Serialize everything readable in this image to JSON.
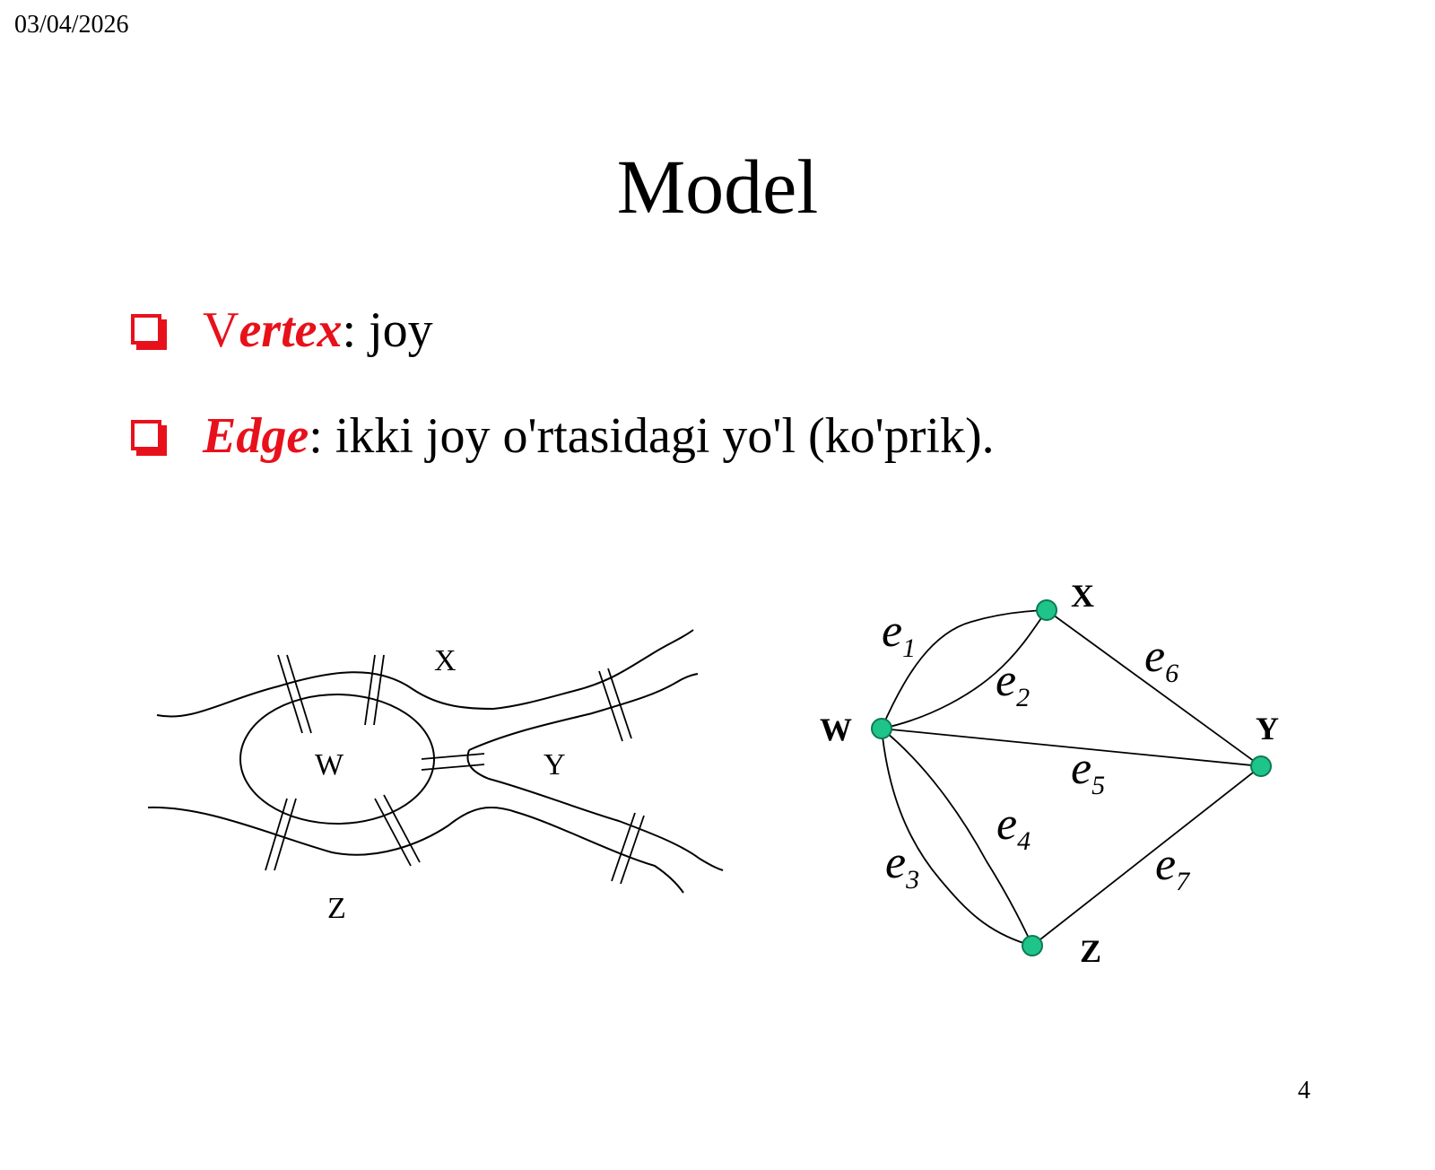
{
  "header": {
    "date": "03/04/2026"
  },
  "slide": {
    "title": "Model",
    "bullets": [
      {
        "term_first": "V",
        "term_rest": "ertex",
        "text": ": joy"
      },
      {
        "term": "Edge",
        "text": ": ikki joy o'rtasidagi yo'l (ko'prik)."
      }
    ],
    "page_number": "4"
  },
  "map_diagram": {
    "labels": {
      "x": "X",
      "w": "W",
      "y": "Y",
      "z": "Z"
    }
  },
  "graph": {
    "nodes": {
      "x": "X",
      "w": "W",
      "y": "Y",
      "z": "Z"
    },
    "edges": [
      {
        "letter": "e",
        "sub": "1"
      },
      {
        "letter": "e",
        "sub": "2"
      },
      {
        "letter": "e",
        "sub": "3"
      },
      {
        "letter": "e",
        "sub": "4"
      },
      {
        "letter": "e",
        "sub": "5"
      },
      {
        "letter": "e",
        "sub": "6"
      },
      {
        "letter": "e",
        "sub": "7"
      }
    ],
    "node_color": "#1fc48a"
  },
  "colors": {
    "accent": "#e8111b"
  }
}
